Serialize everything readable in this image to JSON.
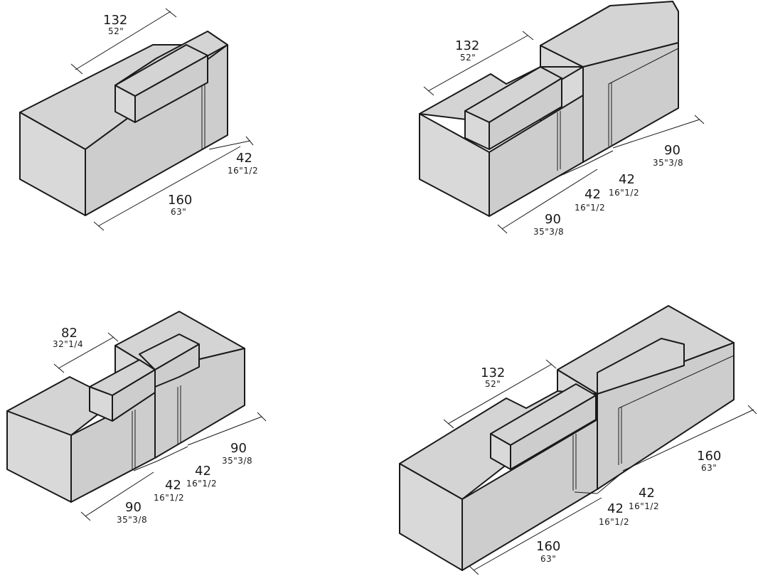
{
  "diagrams": {
    "d1": {
      "depth": {
        "cm": "132",
        "in": "52\""
      },
      "arm": {
        "cm": "42",
        "in": "16\"1/2"
      },
      "length": {
        "cm": "160",
        "in": "63\""
      }
    },
    "d2": {
      "depth": {
        "cm": "132",
        "in": "52\""
      },
      "right_len": {
        "cm": "90",
        "in": "35\"3/8"
      },
      "arm_right": {
        "cm": "42",
        "in": "16\"1/2"
      },
      "arm_left": {
        "cm": "42",
        "in": "16\"1/2"
      },
      "left_len": {
        "cm": "90",
        "in": "35\"3/8"
      }
    },
    "d3": {
      "depth": {
        "cm": "82",
        "in": "32\"1/4"
      },
      "right_len": {
        "cm": "90",
        "in": "35\"3/8"
      },
      "arm_right": {
        "cm": "42",
        "in": "16\"1/2"
      },
      "arm_left": {
        "cm": "42",
        "in": "16\"1/2"
      },
      "left_len": {
        "cm": "90",
        "in": "35\"3/8"
      }
    },
    "d4": {
      "depth": {
        "cm": "132",
        "in": "52\""
      },
      "right_len": {
        "cm": "160",
        "in": "63\""
      },
      "arm_right": {
        "cm": "42",
        "in": "16\"1/2"
      },
      "arm_left": {
        "cm": "42",
        "in": "16\"1/2"
      },
      "left_len": {
        "cm": "160",
        "in": "63\""
      }
    }
  }
}
